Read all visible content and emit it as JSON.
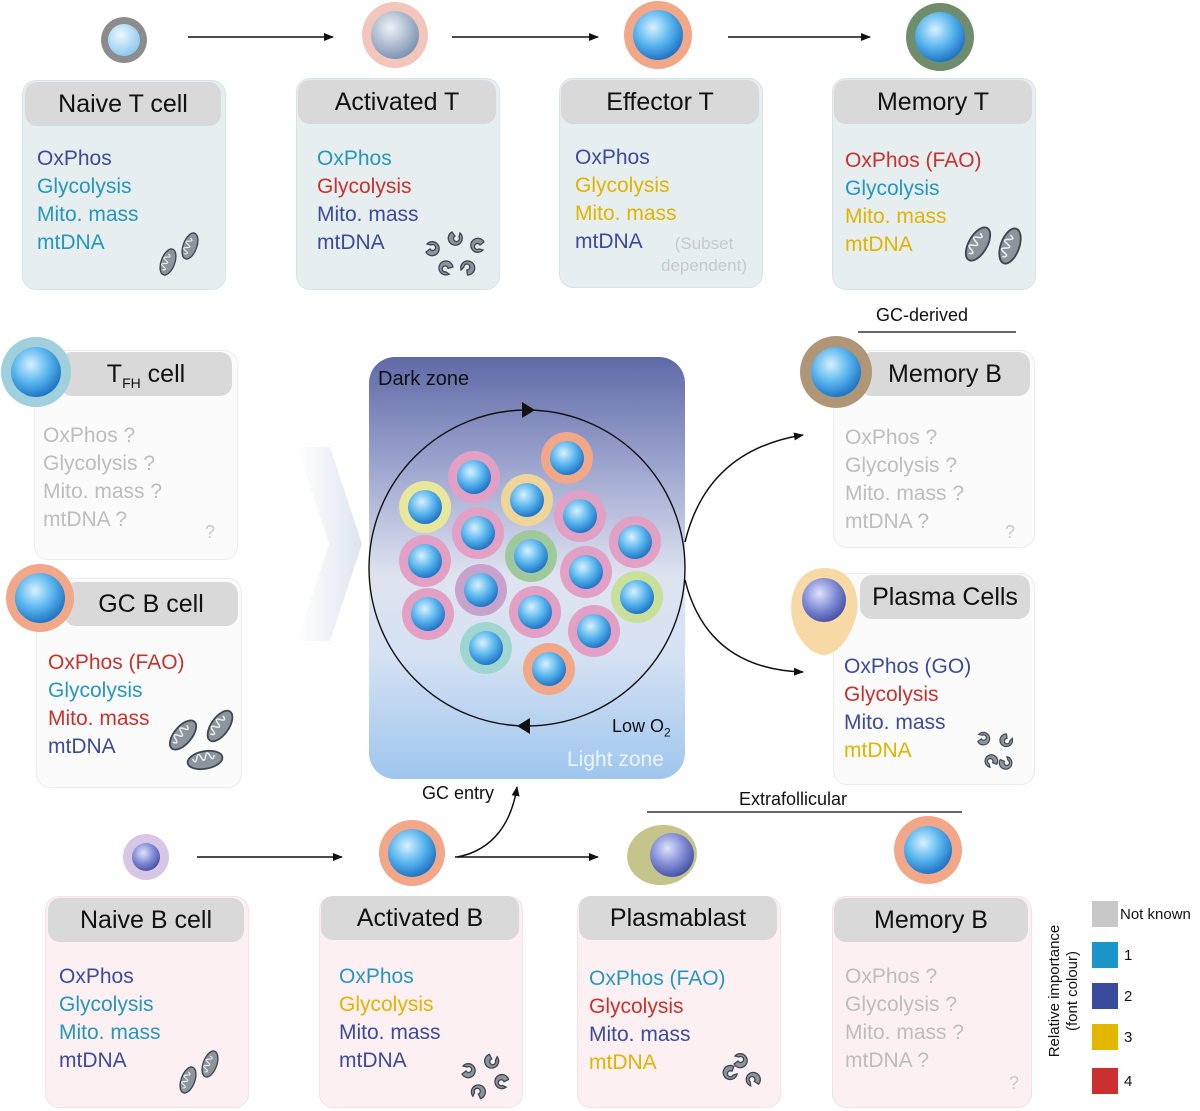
{
  "cards": {
    "naive_t": {
      "title": "Naive T cell",
      "lines": [
        {
          "text": "OxPhos",
          "level": "2"
        },
        {
          "text": "Glycolysis",
          "level": "1"
        },
        {
          "text": "Mito. mass",
          "level": "1"
        },
        {
          "text": "mtDNA",
          "level": "1"
        }
      ]
    },
    "activated_t": {
      "title": "Activated T",
      "lines": [
        {
          "text": "OxPhos",
          "level": "1"
        },
        {
          "text": "Glycolysis",
          "level": "4"
        },
        {
          "text": "Mito. mass",
          "level": "2"
        },
        {
          "text": "mtDNA",
          "level": "2"
        }
      ]
    },
    "effector_t": {
      "title": "Effector T",
      "lines": [
        {
          "text": "OxPhos",
          "level": "2"
        },
        {
          "text": "Glycolysis",
          "level": "3"
        },
        {
          "text": "Mito. mass",
          "level": "3"
        },
        {
          "text": "mtDNA",
          "level": "2"
        }
      ],
      "note_line1": "(Subset",
      "note_line2": "dependent)"
    },
    "memory_t": {
      "title": "Memory T",
      "lines": [
        {
          "text": "OxPhos (FAO)",
          "level": "4"
        },
        {
          "text": "Glycolysis",
          "level": "1"
        },
        {
          "text": "Mito. mass",
          "level": "3"
        },
        {
          "text": "mtDNA",
          "level": "3"
        }
      ]
    },
    "tfh": {
      "title_main": "T",
      "title_sub": "FH",
      "title_rest": " cell",
      "lines": [
        {
          "text": "OxPhos ?",
          "level": "0"
        },
        {
          "text": "Glycolysis ?",
          "level": "0"
        },
        {
          "text": "Mito. mass ?",
          "level": "0"
        },
        {
          "text": "mtDNA ?",
          "level": "0"
        }
      ],
      "corner": "?"
    },
    "gc_b": {
      "title": "GC B cell",
      "lines": [
        {
          "text": "OxPhos (FAO)",
          "level": "4"
        },
        {
          "text": "Glycolysis",
          "level": "1"
        },
        {
          "text": "Mito. mass",
          "level": "4"
        },
        {
          "text": "mtDNA",
          "level": "2"
        }
      ]
    },
    "memory_b_gc": {
      "title": "Memory B",
      "lines": [
        {
          "text": "OxPhos ?",
          "level": "0"
        },
        {
          "text": "Glycolysis ?",
          "level": "0"
        },
        {
          "text": "Mito. mass ?",
          "level": "0"
        },
        {
          "text": "mtDNA ?",
          "level": "0"
        }
      ],
      "corner": "?"
    },
    "plasma": {
      "title": "Plasma Cells",
      "lines": [
        {
          "text": "OxPhos (GO)",
          "level": "2"
        },
        {
          "text": "Glycolysis",
          "level": "4"
        },
        {
          "text": "Mito. mass",
          "level": "2"
        },
        {
          "text": "mtDNA",
          "level": "3"
        }
      ]
    },
    "naive_b": {
      "title": "Naive B cell",
      "lines": [
        {
          "text": "OxPhos",
          "level": "2"
        },
        {
          "text": "Glycolysis",
          "level": "1"
        },
        {
          "text": "Mito. mass",
          "level": "1"
        },
        {
          "text": "mtDNA",
          "level": "2"
        }
      ]
    },
    "activated_b": {
      "title": "Activated B",
      "lines": [
        {
          "text": "OxPhos",
          "level": "1"
        },
        {
          "text": "Glycolysis",
          "level": "3"
        },
        {
          "text": "Mito. mass",
          "level": "2"
        },
        {
          "text": "mtDNA",
          "level": "2"
        }
      ]
    },
    "plasmablast": {
      "title": "Plasmablast",
      "lines": [
        {
          "text": "OxPhos (FAO)",
          "level": "1"
        },
        {
          "text": "Glycolysis",
          "level": "4"
        },
        {
          "text": "Mito. mass",
          "level": "2"
        },
        {
          "text": "mtDNA",
          "level": "3"
        }
      ]
    },
    "memory_b_ef": {
      "title": "Memory B",
      "lines": [
        {
          "text": "OxPhos ?",
          "level": "0"
        },
        {
          "text": "Glycolysis ?",
          "level": "0"
        },
        {
          "text": "Mito. mass ?",
          "level": "0"
        },
        {
          "text": "mtDNA ?",
          "level": "0"
        }
      ],
      "corner": "?"
    }
  },
  "gc": {
    "dark_zone": "Dark zone",
    "light_zone": "Light zone",
    "low_o2": "Low O",
    "low_o2_sub": "2",
    "gc_entry": "GC entry"
  },
  "group_labels": {
    "gc_derived": "GC-derived",
    "extrafollicular": "Extrafollicular"
  },
  "legend": {
    "title_line1": "Relative importance",
    "title_line2": "(font colour)",
    "items": [
      {
        "label": "Not known",
        "color": "#c8c8c8"
      },
      {
        "label": "1",
        "color": "#1a94c9"
      },
      {
        "label": "2",
        "color": "#3a4a9c"
      },
      {
        "label": "3",
        "color": "#e3b600"
      },
      {
        "label": "4",
        "color": "#cc2f2f"
      }
    ]
  },
  "colors": {
    "level_1": "#2596be",
    "level_2": "#3b4b9c",
    "level_3": "#e0b400",
    "level_4": "#c8322e",
    "not_known": "#bdbdbd"
  }
}
